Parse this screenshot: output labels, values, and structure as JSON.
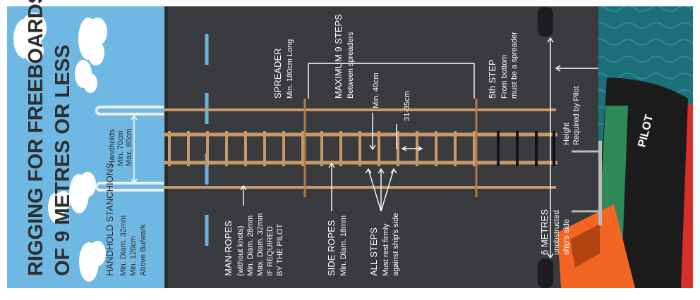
{
  "title": {
    "line1": "RIGGING FOR FREEBOARDS",
    "line2": "OF 9 METRES OR LESS"
  },
  "handhold_stanchions": {
    "heading": "HANDHOLD STANCHIONS",
    "line1": "Min. Diam. 32mm",
    "line2": "Min. 120cm",
    "line3": "Above Bulwark"
  },
  "handholds": {
    "heading": "Handholds",
    "line1": "Min. 70cm",
    "line2": "Max. 80cm"
  },
  "man_ropes": {
    "heading": "MAN-ROPES",
    "line1": "(without knots)",
    "line2": "Min. Diam. 28mm",
    "line3": "Max. Diam. 32mm",
    "line4": "IF REQUIRED",
    "line5": "BY THE PILOT"
  },
  "spreader": {
    "heading": "SPREADER",
    "line1": "Min. 180cm Long"
  },
  "max_steps": {
    "heading": "MAXIMUM 9 STEPS",
    "line1": "Between spreaders"
  },
  "step_spacing_min": "Min. 40cm",
  "step_spacing_range": "31-35cm",
  "side_ropes": {
    "heading": "SIDE ROPES",
    "line1": "Min. Diam. 18mm"
  },
  "all_steps": {
    "heading": "ALL STEPS",
    "line1": "Must rest firmly",
    "line2": "against ship's side"
  },
  "fifth_step": {
    "heading": "5th STEP",
    "line1": "From bottom",
    "line2": "must be a spreader"
  },
  "height": {
    "line1": "Height",
    "line2": "Required by Pilot"
  },
  "six_metres": {
    "heading": "6 METRES",
    "line1": "unobstructed",
    "line2": "ship's side"
  },
  "boat_label": "PILOT",
  "colors": {
    "sky": "#6fb8e4",
    "hull": "#3a3b3e",
    "rope": "#c89a6a",
    "sea": "#1d6f7a",
    "boat_orange": "#f26522",
    "boat_black": "#1c1c1c",
    "boat_green": "#2e8b57",
    "boat_red": "#d6302a",
    "text": "#ffffff",
    "title_text": "#2e2e2e"
  }
}
